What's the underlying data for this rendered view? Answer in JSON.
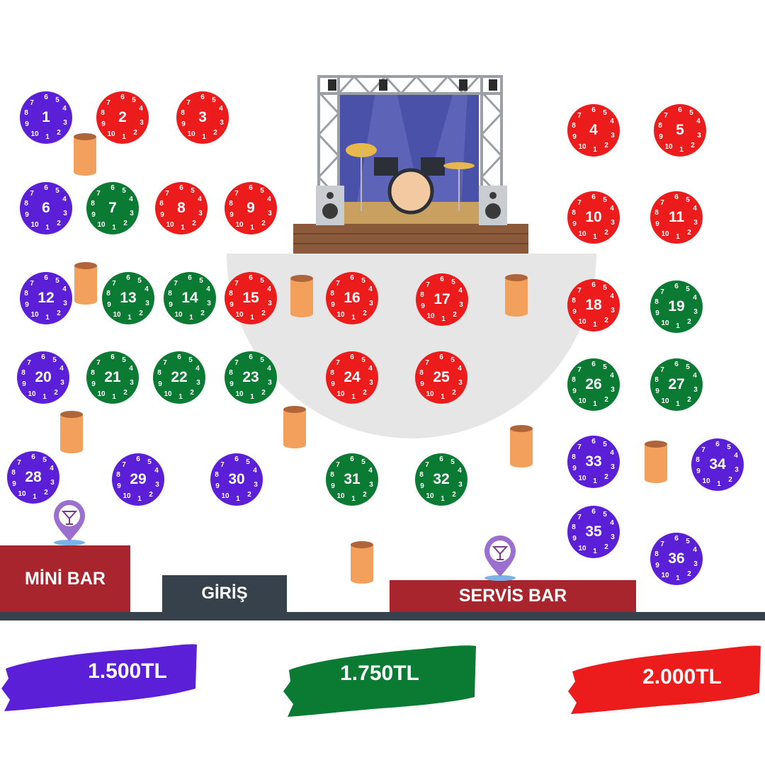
{
  "colors": {
    "purple": "#5c1fd8",
    "green": "#0b7a33",
    "red": "#ec1c1c",
    "bar": "#a8252e",
    "entrance": "#37414b",
    "floor_line": "#37414b",
    "stool": "#f3a05c",
    "stage_area": "#e6e6e6"
  },
  "seat_labels": [
    "1",
    "2",
    "3",
    "4",
    "5",
    "6",
    "7",
    "8",
    "9",
    "10"
  ],
  "tables": [
    {
      "n": "1",
      "color": "purple"
    },
    {
      "n": "2",
      "color": "red"
    },
    {
      "n": "3",
      "color": "red"
    },
    {
      "n": "4",
      "color": "red"
    },
    {
      "n": "5",
      "color": "red"
    },
    {
      "n": "6",
      "color": "purple"
    },
    {
      "n": "7",
      "color": "green"
    },
    {
      "n": "8",
      "color": "red"
    },
    {
      "n": "9",
      "color": "red"
    },
    {
      "n": "10",
      "color": "red"
    },
    {
      "n": "11",
      "color": "red"
    },
    {
      "n": "12",
      "color": "purple"
    },
    {
      "n": "13",
      "color": "green"
    },
    {
      "n": "14",
      "color": "green"
    },
    {
      "n": "15",
      "color": "red"
    },
    {
      "n": "16",
      "color": "red"
    },
    {
      "n": "17",
      "color": "red"
    },
    {
      "n": "18",
      "color": "red"
    },
    {
      "n": "19",
      "color": "green"
    },
    {
      "n": "20",
      "color": "purple"
    },
    {
      "n": "21",
      "color": "green"
    },
    {
      "n": "22",
      "color": "green"
    },
    {
      "n": "23",
      "color": "green"
    },
    {
      "n": "24",
      "color": "red"
    },
    {
      "n": "25",
      "color": "red"
    },
    {
      "n": "26",
      "color": "green"
    },
    {
      "n": "27",
      "color": "green"
    },
    {
      "n": "28",
      "color": "purple"
    },
    {
      "n": "29",
      "color": "purple"
    },
    {
      "n": "30",
      "color": "purple"
    },
    {
      "n": "31",
      "color": "green"
    },
    {
      "n": "32",
      "color": "green"
    },
    {
      "n": "33",
      "color": "purple"
    },
    {
      "n": "34",
      "color": "purple"
    },
    {
      "n": "35",
      "color": "purple"
    },
    {
      "n": "36",
      "color": "purple"
    }
  ],
  "labels": {
    "mini_bar": "MİNİ BAR",
    "entrance": "GİRİŞ",
    "service_bar": "SERVİS BAR"
  },
  "prices": [
    {
      "label": "1.500TL",
      "color": "purple"
    },
    {
      "label": "1.750TL",
      "color": "green"
    },
    {
      "label": "2.000TL",
      "color": "red"
    }
  ],
  "icons": {
    "bar_marker": "cocktail-pin-icon",
    "stage": "drum-stage-illustration"
  }
}
